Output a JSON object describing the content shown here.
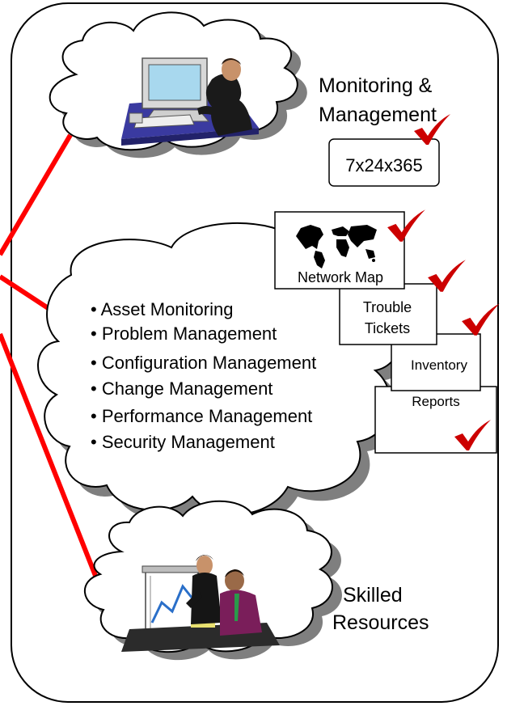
{
  "monitoring": {
    "title_line1": "Monitoring &",
    "title_line2": "Management",
    "availability": "7x24x365"
  },
  "tools": {
    "network_map": "Network Map",
    "trouble_line1": "Trouble",
    "trouble_line2": "Tickets",
    "inventory": "Inventory",
    "reports": "Reports"
  },
  "services": {
    "items": [
      "Asset Monitoring",
      "Problem Management",
      "Configuration Management",
      "Change Management",
      "Performance Management",
      "Security Management"
    ]
  },
  "resources": {
    "line1": "Skilled",
    "line2": "Resources"
  },
  "colors": {
    "connector": "#ff0000",
    "checkmark": "#cc0000",
    "outline": "#000000",
    "shadow": "#7f7f7f"
  }
}
